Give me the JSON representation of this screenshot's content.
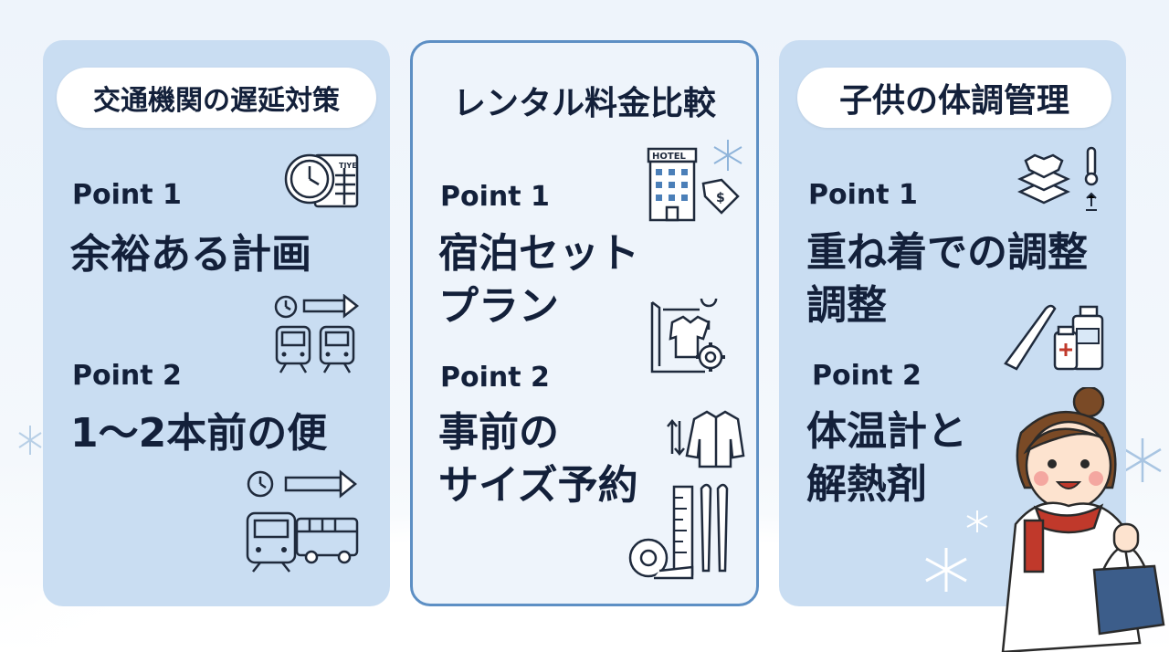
{
  "columns": [
    {
      "title": "交通機関の遅延対策",
      "points": [
        {
          "label": "Point 1",
          "heading": "余裕ある計画"
        },
        {
          "label": "Point 2",
          "heading": "1～2本前の便"
        }
      ],
      "icons": [
        "clock-timetable-icon",
        "clock-arrow-trains-icon",
        "clock-arrow-bus-train-icon"
      ],
      "timetable_text": "TIYE"
    },
    {
      "title": "レンタル料金比較",
      "points": [
        {
          "label": "Point 1",
          "heading_lines": [
            "宿泊セット",
            "プラン"
          ]
        },
        {
          "label": "Point 2",
          "heading_lines": [
            "事前の",
            "サイズ予約"
          ]
        }
      ],
      "icons": [
        "hotel-price-tag-icon",
        "jacket-blueprint-gear-icon",
        "jacket-size-icon",
        "ski-measure-tape-icon"
      ],
      "hotel_text": "HOTEL"
    },
    {
      "title": "子供の体調管理",
      "points": [
        {
          "label": "Point 1",
          "heading_lines": [
            "重ね着での調整",
            "調整"
          ]
        },
        {
          "label": "Point 2",
          "heading_lines": [
            "体温計と",
            "解熱剤"
          ]
        }
      ],
      "icons": [
        "layered-clothes-thermometer-icon",
        "thermometer-medicine-icon",
        "child-winter-illustration"
      ]
    }
  ],
  "colors": {
    "card_bg": "#c9ddf2",
    "card_mid_bg": "#eef4fb",
    "card_mid_border": "#5d8fc4",
    "text": "#13203a"
  }
}
